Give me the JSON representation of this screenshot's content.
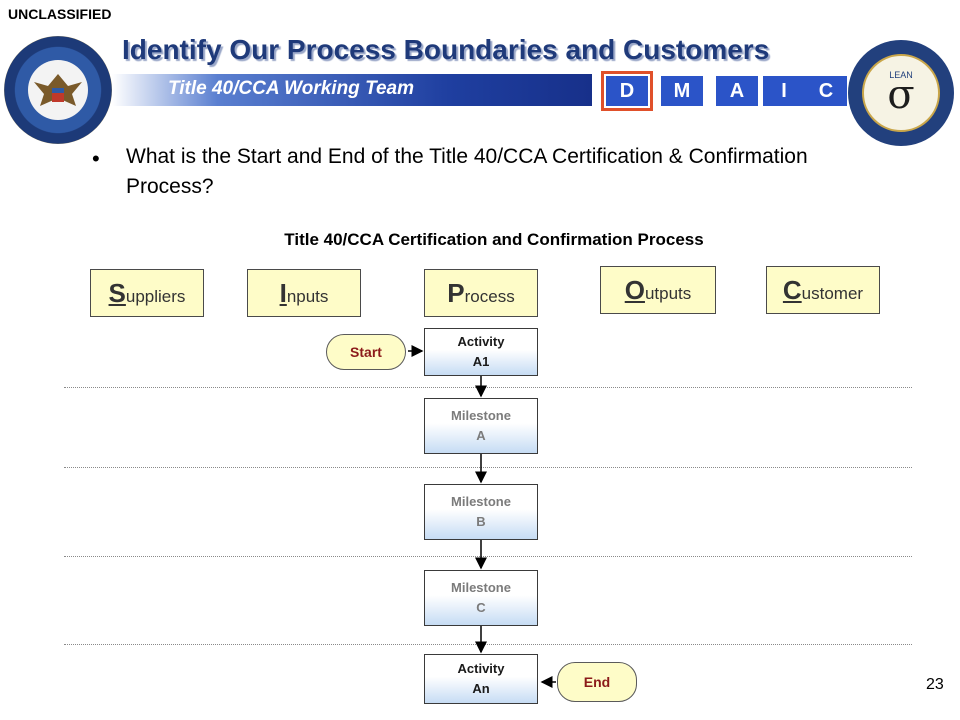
{
  "classification": "UNCLASSIFIED",
  "title": "Identify Our Process Boundaries and Customers",
  "banner": "Title 40/CCA Working Team",
  "dmaic": [
    "D",
    "M",
    "A",
    "I",
    "C"
  ],
  "dmaic_active": "D",
  "bullet": "What is the Start and End of the Title 40/CCA Certification & Confirmation Process?",
  "diagram_title": "Title 40/CCA Certification and Confirmation Process",
  "sipoc": {
    "suppliers": {
      "initial": "S",
      "rest": "uppliers"
    },
    "inputs": {
      "initial": "I",
      "rest": "nputs"
    },
    "process": {
      "initial": "P",
      "rest": "rocess"
    },
    "outputs": {
      "initial": "O",
      "rest": "utputs"
    },
    "customer": {
      "initial": "C",
      "rest": "ustomer"
    }
  },
  "flow": {
    "start": "Start",
    "end": "End",
    "nodes": [
      {
        "line1": "Activity",
        "line2": "A1"
      },
      {
        "line1": "Milestone",
        "line2": "A"
      },
      {
        "line1": "Milestone",
        "line2": "B"
      },
      {
        "line1": "Milestone",
        "line2": "C"
      },
      {
        "line1": "Activity",
        "line2": "An"
      }
    ]
  },
  "page_number": "23",
  "colors": {
    "title": "#1f3a7a",
    "dmaic_box": "#2b54c8",
    "highlight": "#e0502a",
    "sipoc_fill": "#fefcc8",
    "terminal_text": "#8b1a1a"
  }
}
